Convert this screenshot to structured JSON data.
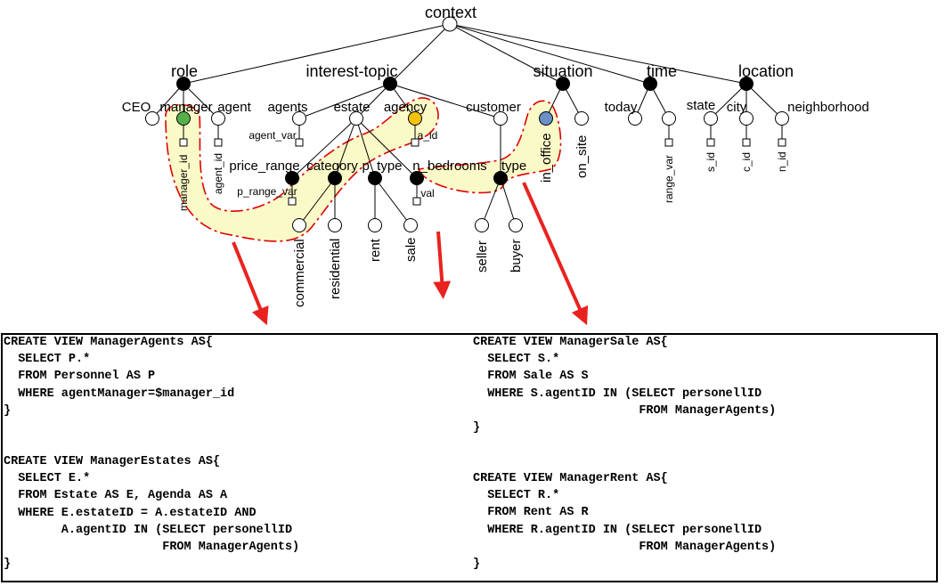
{
  "nodes": {
    "context": "context",
    "role": "role",
    "interest_topic": "interest-topic",
    "situation": "situation",
    "time": "time",
    "location": "location",
    "ceo": "CEO",
    "manager": "manager",
    "agent": "agent",
    "agents": "agents",
    "estate": "estate",
    "agency": "agency",
    "customer": "customer",
    "today": "today",
    "state": "state",
    "city": "city",
    "neighborhood": "neighborhood",
    "price_range": "price_range",
    "category": "category",
    "p_type": "p_type",
    "n_bedrooms": "n_bedrooms",
    "type": "type",
    "commercial": "commercial",
    "residential": "residential",
    "rent": "rent",
    "sale": "sale",
    "seller": "seller",
    "buyer": "buyer",
    "in_office": "in_office",
    "on_site": "on_site"
  },
  "params": {
    "manager_id": "manager_id",
    "agent_id": "agent_id",
    "agent_var": "agent_var",
    "a_id": "a_id",
    "p_range_var": "p_range_var",
    "val": "val",
    "range_var": "range_var",
    "s_id": "s_id",
    "c_id": "c_id",
    "n_id": "n_id"
  },
  "colors": {
    "highlight_fill": "#fafac8",
    "highlight_stroke": "#e00000",
    "manager_node": "#56b04a",
    "agency_node": "#f4c20d",
    "in_office_node": "#6b8fc8",
    "arrow": "#e8231f"
  },
  "code_views": {
    "manager_agents": "CREATE VIEW ManagerAgents AS{\n  SELECT P.*\n  FROM Personnel AS P\n  WHERE agentManager=$manager_id\n}",
    "manager_estates": "CREATE VIEW ManagerEstates AS{\n  SELECT E.*\n  FROM Estate AS E, Agenda AS A\n  WHERE E.estateID = A.estateID AND\n        A.agentID IN (SELECT personellID\n                      FROM ManagerAgents)\n}",
    "manager_sale": "CREATE VIEW ManagerSale AS{\n  SELECT S.*\n  FROM Sale AS S\n  WHERE S.agentID IN (SELECT personellID\n                       FROM ManagerAgents)\n}",
    "manager_rent": "CREATE VIEW ManagerRent AS{\n  SELECT R.*\n  FROM Rent AS R\n  WHERE R.agentID IN (SELECT personellID\n                       FROM ManagerAgents)\n}"
  }
}
